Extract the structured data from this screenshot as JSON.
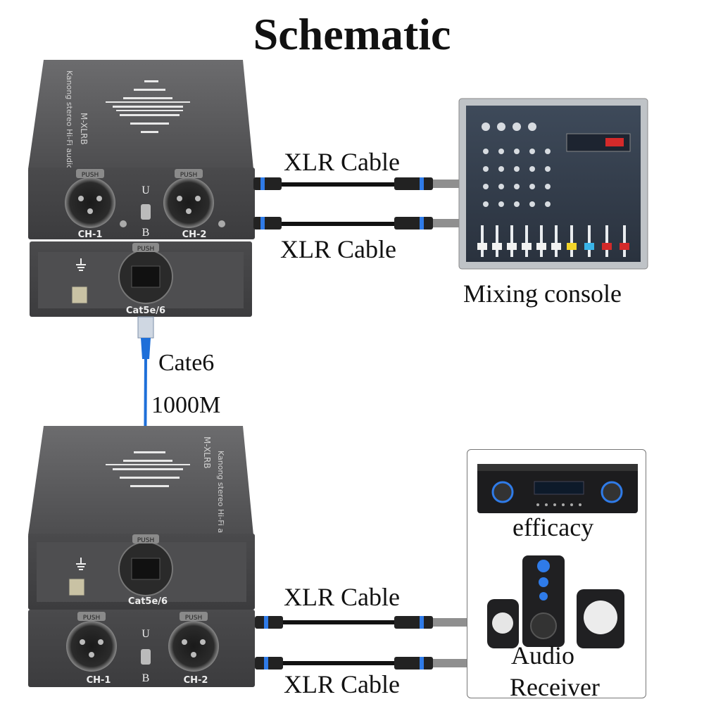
{
  "title": "Schematic",
  "cable_labels": {
    "top_1": "XLR Cable",
    "top_2": "XLR Cable",
    "bottom_1": "XLR Cable",
    "bottom_2": "XLR Cable",
    "network_1": "Cate6",
    "network_2": "1000M"
  },
  "device_labels": {
    "mixer": "Mixing console",
    "amplifier": "efficacy",
    "speakers_1": "Audio",
    "speakers_2": "Receiver"
  },
  "extender_text": {
    "model": "M-XLRB",
    "desc": "Kanong stereo Hi-Fi audio extender",
    "ch1": "CH-1",
    "ch2": "CH-2",
    "push": "PUSH",
    "switch_u": "U",
    "switch_b": "B",
    "port": "Cat5e/6"
  },
  "colors": {
    "cable_blue": "#1e6fd9",
    "cable_ring": "#2f7be8",
    "device_grey": "#5a5a5c"
  }
}
